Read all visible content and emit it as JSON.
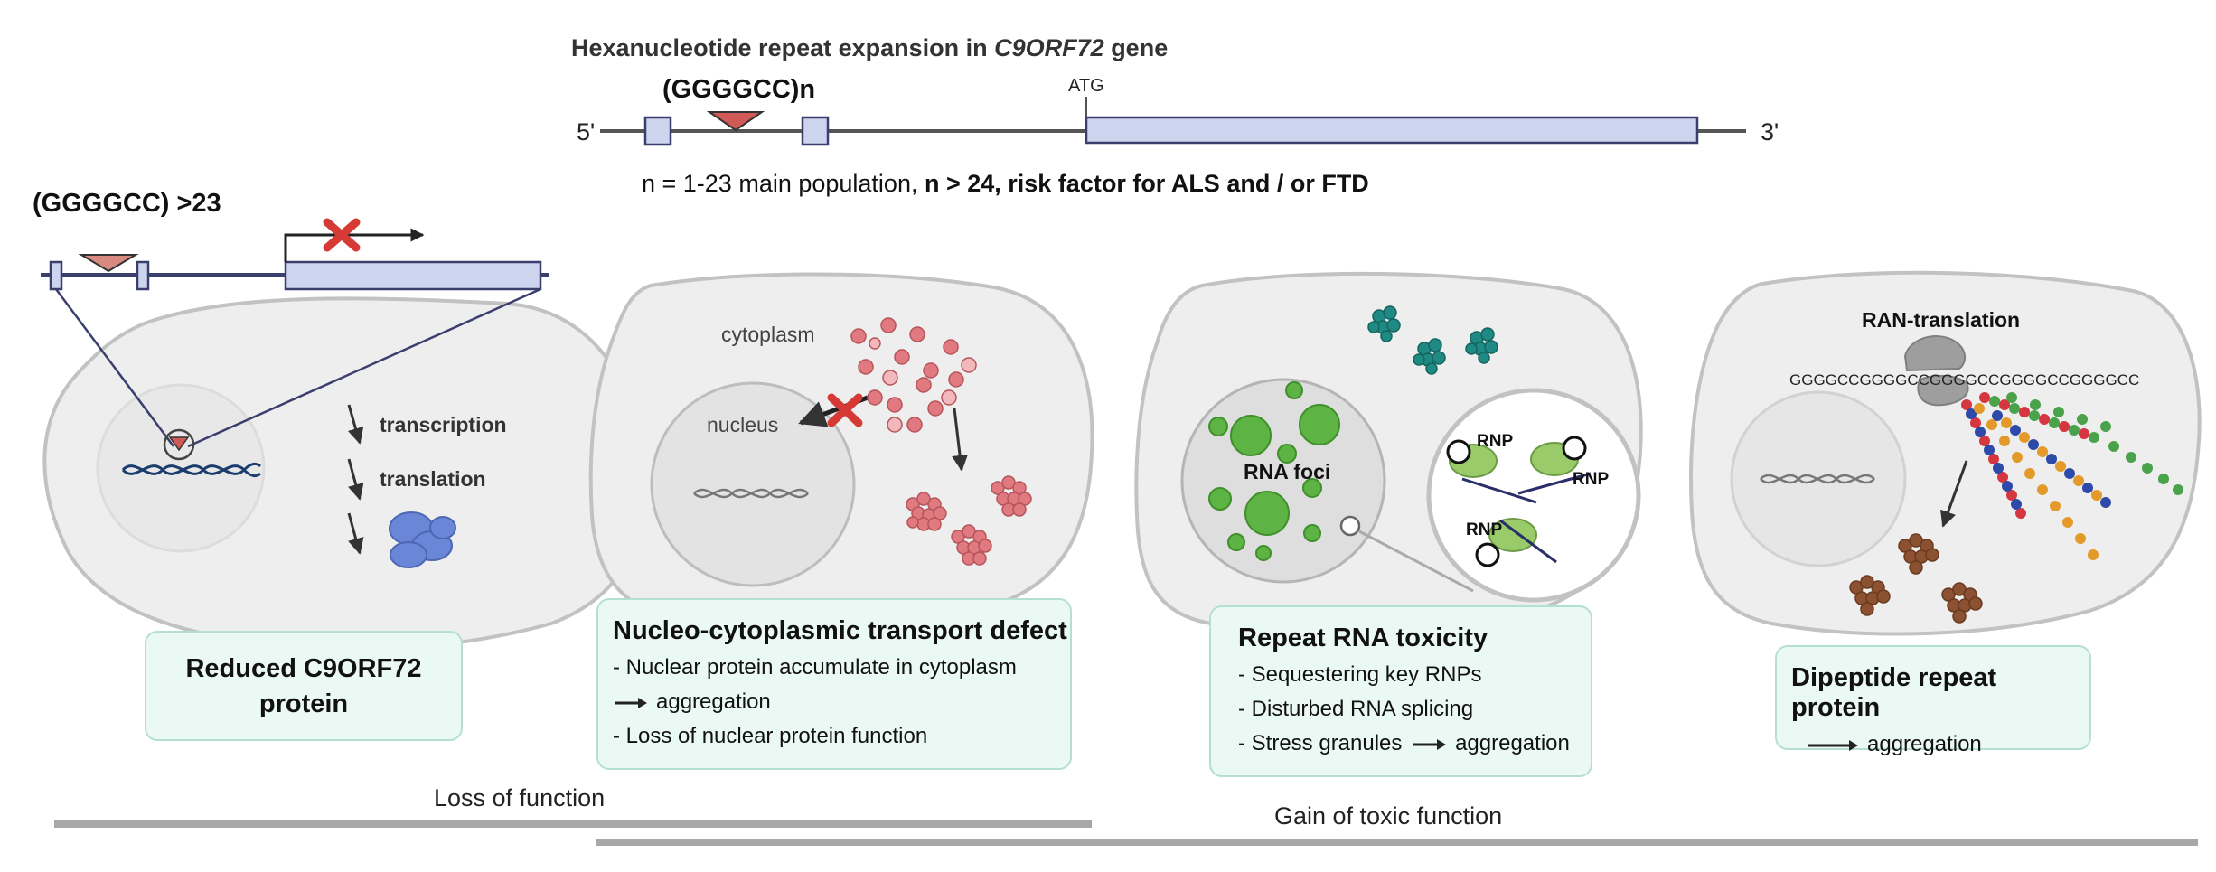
{
  "top_gene": {
    "title_prefix": "Hexanucleotide repeat expansion  in ",
    "gene_name": "C9ORF72",
    "title_suffix": " gene",
    "repeat_label": "(GGGGCC)n",
    "atg_label": "ATG",
    "five_prime": "5'",
    "three_prime": "3'",
    "population_normal": "n = 1-23 main population, ",
    "population_risk": "n > 24, risk factor for ALS and / or FTD"
  },
  "panel1": {
    "repeat_label": "(GGGGCC) >23",
    "step_transcription": "transcription",
    "step_translation": "translation",
    "box_title_line1": "Reduced C9ORF72",
    "box_title_line2": "protein"
  },
  "panel2": {
    "cytoplasm_label": "cytoplasm",
    "nucleus_label": "nucleus",
    "box_title": "Nucleo-cytoplasmic transport defect",
    "line1": "- Nuclear protein accumulate in cytoplasm",
    "line2": "aggregation",
    "line3": "- Loss of nuclear protein function"
  },
  "panel3": {
    "foci_label": "RNA foci",
    "rnp_label": "RNP",
    "box_title": "Repeat RNA toxicity",
    "line1": "- Sequestering key RNPs",
    "line2": "- Disturbed RNA splicing",
    "line3_prefix": "- Stress granules",
    "line3_suffix": "aggregation"
  },
  "panel4": {
    "ran_label": "RAN-translation",
    "sequence": "GGGGCCGGGGCCGGGGCCGGGGCCGGGGCC",
    "box_title": "Dipeptide repeat protein",
    "line1": "aggregation"
  },
  "bottom": {
    "loss_label": "Loss of function",
    "gain_label": "Gain of toxic function"
  },
  "colors": {
    "exon_fill": "#ccd4ee",
    "exon_stroke": "#3b3f6e",
    "repeat_triangle": "#d05a56",
    "cross": "#d63a34",
    "cell_fill": "#eeeeee",
    "cell_stroke": "#c2c2c2",
    "box_fill": "#ebf9f5",
    "box_stroke": "#b5dfd4",
    "bottom_bar": "#a8a8a8",
    "foci_green": "#5db343",
    "teal_aggregate": "#1f8a83",
    "pink_aggregate": "#e17a80",
    "brown_aggregate": "#8c5131",
    "protein_blue": "#6a86d6"
  }
}
